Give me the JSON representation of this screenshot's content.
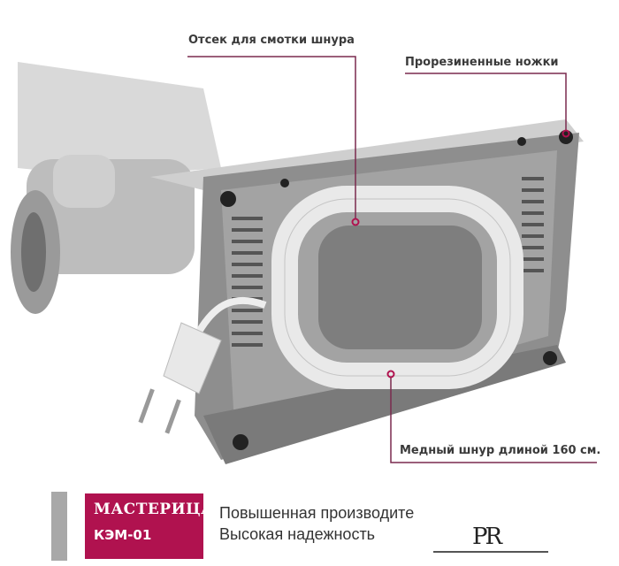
{
  "callouts": {
    "cord_storage": "Отсек для смотки шнура",
    "rubber_feet": "Прорезиненные ножки",
    "copper_cord": "Медный шнур длиной 160 см."
  },
  "brand": {
    "name": "МАСТЕРИЦА",
    "model": "КЭМ-01",
    "logo_letters": "PR"
  },
  "features": [
    "Повышенная производите",
    "Высокая надежность"
  ],
  "colors": {
    "accent": "#b0124f",
    "callout_line": "#7a2a4e",
    "housing": "#8e8e8e"
  }
}
